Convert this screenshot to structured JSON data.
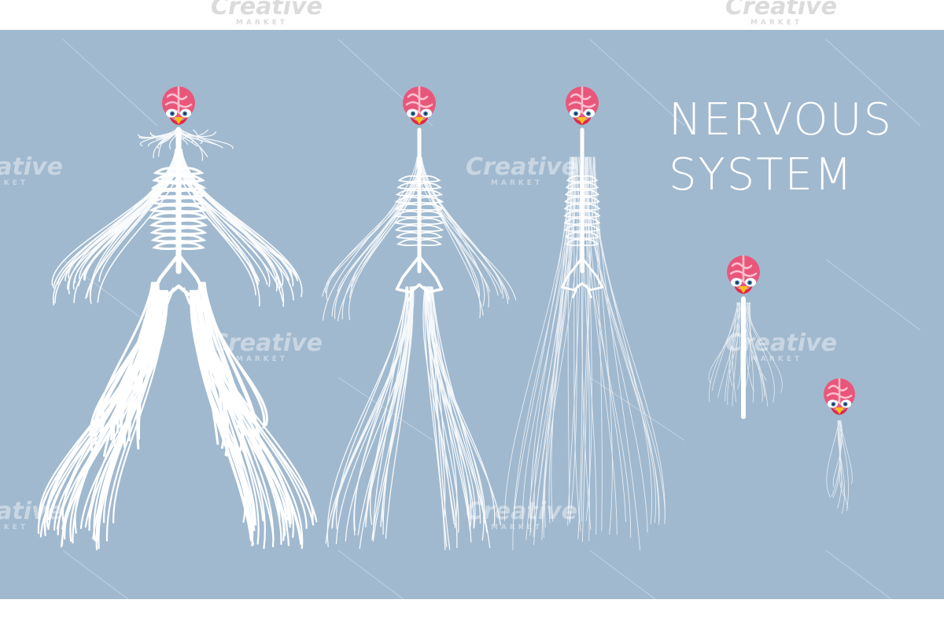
{
  "title": {
    "line1": "NERVOUS",
    "line2": "SYSTEM"
  },
  "watermark": {
    "brand": "Creative",
    "sub": "MARKET"
  },
  "figures": [
    {
      "name": "full-nervous-system",
      "detail": "dense"
    },
    {
      "name": "medium-nervous-system",
      "detail": "medium"
    },
    {
      "name": "thin-nervous-system",
      "detail": "thin"
    },
    {
      "name": "spinal-cord-only",
      "detail": "minimal"
    },
    {
      "name": "brain-only",
      "detail": "minimal"
    }
  ],
  "colors": {
    "background": "#a0b9cf",
    "nerve": "#ffffff",
    "brain": "#e8577a",
    "brain_fold": "#ffc1d2",
    "face": "#e0284a",
    "beak": "#ffbf1a",
    "eye_iris": "#3f7fb8"
  }
}
